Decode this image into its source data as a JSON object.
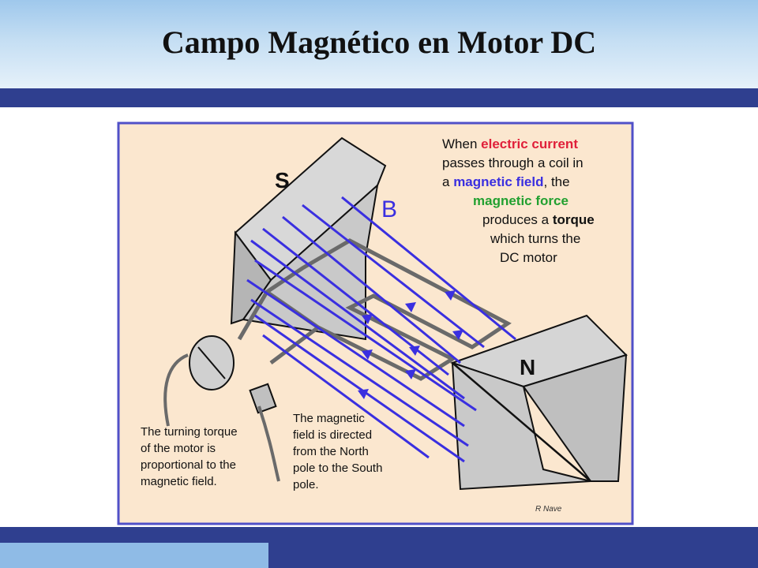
{
  "slide": {
    "title": "Campo Magnético en Motor DC"
  },
  "diagram": {
    "pole_south": "S",
    "pole_north": "N",
    "field_label": "B",
    "caption_top": {
      "line1_a": "When ",
      "line1_b": "electric current",
      "line2": "passes through a  coil in",
      "line3_a": "a ",
      "line3_b": "magnetic field",
      "line3_c": ", the",
      "line4": "magnetic force",
      "line5_a": "produces a ",
      "line5_b": "torque",
      "line6": "which turns the",
      "line7": "DC motor"
    },
    "caption_left": [
      "The turning torque",
      "of the motor is",
      "proportional to the",
      "magnetic field."
    ],
    "caption_mid": [
      "The magnetic",
      "field is directed",
      "from the  North",
      "pole to the South",
      "pole."
    ],
    "credit": "R Nave"
  },
  "colors": {
    "frame_border": "#5050c8",
    "panel_bg": "#fbe7cf",
    "magnet_fill": "#c9c9c9",
    "field_line": "#3a2fe0",
    "text_red": "#e0203a",
    "text_purple": "#3a2fe0",
    "text_green": "#22a030",
    "header_bar": "#2f3f8f"
  }
}
